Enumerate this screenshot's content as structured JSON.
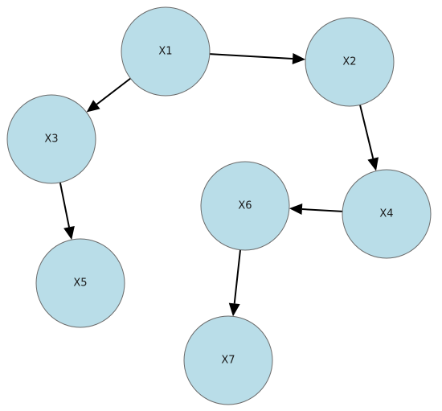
{
  "graph": {
    "nodes": [
      {
        "id": "X1",
        "label": "X1"
      },
      {
        "id": "X2",
        "label": "X2"
      },
      {
        "id": "X3",
        "label": "X3"
      },
      {
        "id": "X4",
        "label": "X4"
      },
      {
        "id": "X5",
        "label": "X5"
      },
      {
        "id": "X6",
        "label": "X6"
      },
      {
        "id": "X7",
        "label": "X7"
      }
    ],
    "edges": [
      {
        "from": "X1",
        "to": "X2"
      },
      {
        "from": "X1",
        "to": "X3"
      },
      {
        "from": "X2",
        "to": "X4"
      },
      {
        "from": "X3",
        "to": "X5"
      },
      {
        "from": "X4",
        "to": "X6"
      },
      {
        "from": "X6",
        "to": "X7"
      }
    ],
    "colors": {
      "node_fill": "#b9dde8",
      "node_stroke": "#6b6b6b",
      "edge": "#000000"
    }
  }
}
